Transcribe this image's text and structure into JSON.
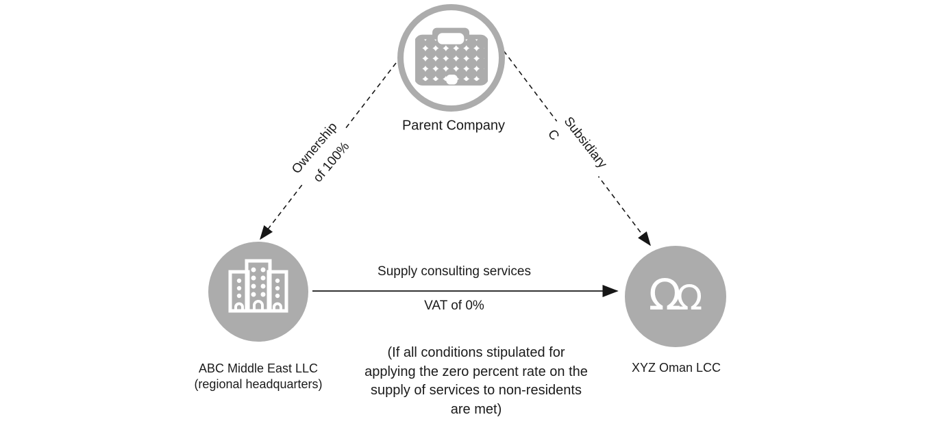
{
  "diagram": {
    "colors": {
      "node_gray": "#acacac",
      "icon_white": "#ffffff",
      "line_black": "#161616",
      "text": "#1a1a1a",
      "background": "#ffffff"
    },
    "nodes": {
      "parent": {
        "label": "Parent Company",
        "icon": "briefcase-icon",
        "shape": "outlined-circle"
      },
      "abc": {
        "label": "ABC Middle East LLC",
        "sublabel": "(regional headquarters)",
        "icon": "buildings-icon",
        "shape": "filled-circle"
      },
      "xyz": {
        "label": "XYZ Oman LCC",
        "icon": "people-icon",
        "shape": "filled-circle"
      }
    },
    "edges": {
      "ownership": {
        "from": "parent",
        "to": "abc",
        "style": "dashed-arrow",
        "line1": "Ownership",
        "line2": "of 100%"
      },
      "subsidiary": {
        "from": "parent",
        "to": "xyz",
        "style": "dashed-arrow",
        "line1": "Subsidiary",
        "line2": "C"
      },
      "supply": {
        "from": "abc",
        "to": "xyz",
        "style": "solid-arrow",
        "top": "Supply consulting services",
        "bottom": "VAT of 0%"
      }
    },
    "footnote": {
      "lines": [
        "(If all conditions stipulated for",
        "applying the zero percent rate on the",
        "supply of services to non-residents",
        "are met)"
      ]
    }
  }
}
